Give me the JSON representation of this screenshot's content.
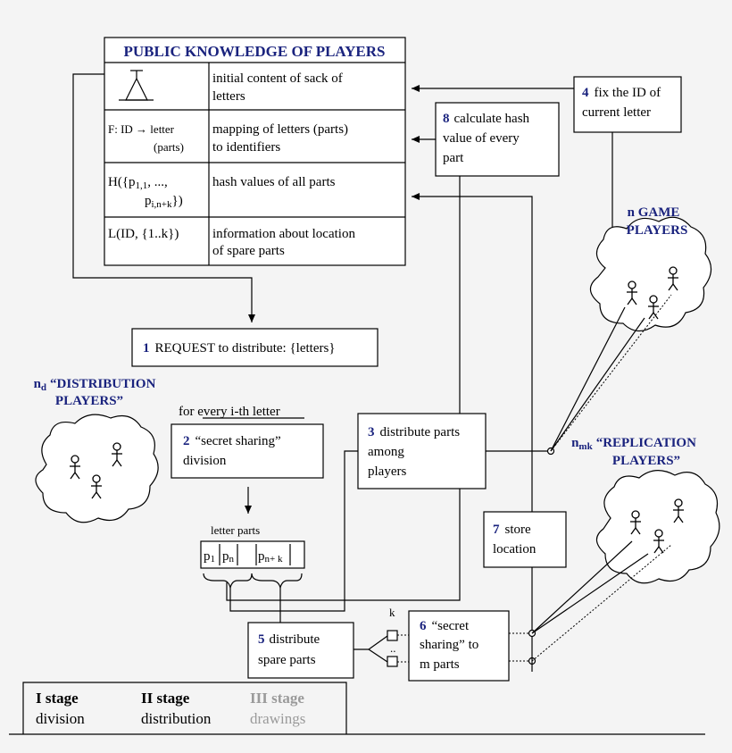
{
  "header": {
    "title": "PUBLIC KNOWLEDGE OF PLAYERS"
  },
  "table": {
    "rows": [
      {
        "symbol": "sack",
        "desc_line1": "initial content of sack of",
        "desc_line2": "letters"
      },
      {
        "sym_line1": "F: ID → letter",
        "sym_line2": "(parts)",
        "desc_line1": "mapping of letters (parts)",
        "desc_line2": "to identifiers"
      },
      {
        "sym_line1": "H({p",
        "sym_sub1": "1,1",
        "sym_mid": ", ...,",
        "sym_line2": "p",
        "sym_sub2": "i,n+k",
        "sym_end": "})",
        "desc_line1": "hash values of all parts"
      },
      {
        "sym_line1": "L(ID, {1..k})",
        "desc_line1": "information about location",
        "desc_line2": "of spare parts"
      }
    ]
  },
  "steps": {
    "s1": {
      "num": "1",
      "text": "REQUEST to distribute: {letters}"
    },
    "s2": {
      "caption": "for every i-th letter",
      "num": "2",
      "line1": "“secret sharing”",
      "line2": "division"
    },
    "s3": {
      "num": "3",
      "line1": "distribute parts",
      "line2": "among",
      "line3": "players"
    },
    "s4": {
      "num": "4",
      "line1": "fix the ID of",
      "line2": "current letter"
    },
    "s5": {
      "num": "5",
      "line1": "distribute",
      "line2": "spare parts"
    },
    "s6": {
      "num": "6",
      "line1": "“secret",
      "line2": "sharing” to",
      "line3": "m parts"
    },
    "s7": {
      "num": "7",
      "line1": "store",
      "line2": "location"
    },
    "s8": {
      "num": "8",
      "line1": "calculate hash",
      "line2": "value of every",
      "line3": "part"
    }
  },
  "letter_parts": {
    "label": "letter parts",
    "p1": "p",
    "p1_sub": "1",
    "pn": "p",
    "pn_sub": "n",
    "pnk": "p",
    "pnk_sub": "n+ k"
  },
  "mini": {
    "k": "k",
    "dots": ".."
  },
  "groups": {
    "distribution": {
      "prefix": "n",
      "sub": "d",
      "line1": "“DISTRIBUTION",
      "line2": "PLAYERS”"
    },
    "game": {
      "line1": "n GAME",
      "line2": "PLAYERS"
    },
    "replication": {
      "prefix": "n",
      "sub": "mk",
      "line1": "“REPLICATION",
      "line2": "PLAYERS”"
    }
  },
  "stages": [
    {
      "title": "I stage",
      "sub": "division"
    },
    {
      "title": "II stage",
      "sub": "distribution"
    },
    {
      "title": "III stage",
      "sub": "drawings"
    }
  ],
  "colors": {
    "accent": "#1a237e",
    "faded": "#9a9a9a"
  }
}
